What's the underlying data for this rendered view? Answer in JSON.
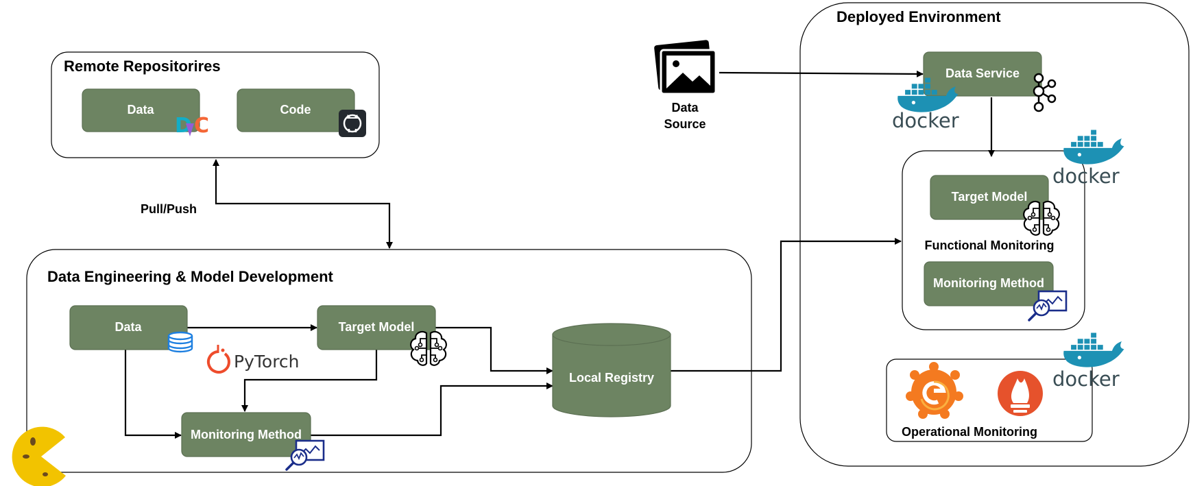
{
  "containers": {
    "remote": {
      "title": "Remote Repositorires"
    },
    "dev": {
      "title": "Data Engineering & Model Development"
    },
    "deployed": {
      "title": "Deployed Environment"
    }
  },
  "remote": {
    "data": "Data",
    "code": "Code"
  },
  "edge_labels": {
    "pull_push": "Pull/Push"
  },
  "dev": {
    "data": "Data",
    "target_model": "Target Model",
    "monitoring_method": "Monitoring Method",
    "local_registry": "Local Registry",
    "pytorch": "PyTorch"
  },
  "source": {
    "line1": "Data",
    "line2": "Source"
  },
  "deployed": {
    "data_service": "Data Service",
    "target_model": "Target Model",
    "functional_monitoring": "Functional Monitoring",
    "monitoring_method": "Monitoring Method",
    "operational_monitoring": "Operational Monitoring"
  },
  "logos": {
    "docker": "docker",
    "dvc": "DVC"
  },
  "icons": [
    "image-icon",
    "database-icon",
    "brain-circuit-icon",
    "monitor-magnifier-icon",
    "github-icon",
    "kafka-icon",
    "grafana-icon",
    "prometheus-icon",
    "pacman-logo"
  ],
  "colors": {
    "box_fill": "#6d8462",
    "box_stroke": "#5b6f52",
    "docker_blue": "#1d91b4",
    "grafana_orange": "#f47a20",
    "prometheus_orange": "#e6522c",
    "dvc_blue": "#13adc7",
    "dvc_purple": "#945dd6",
    "dvc_orange": "#f46737",
    "pacman_yellow": "#f2c300",
    "monitor_navy": "#1a2d8a"
  }
}
